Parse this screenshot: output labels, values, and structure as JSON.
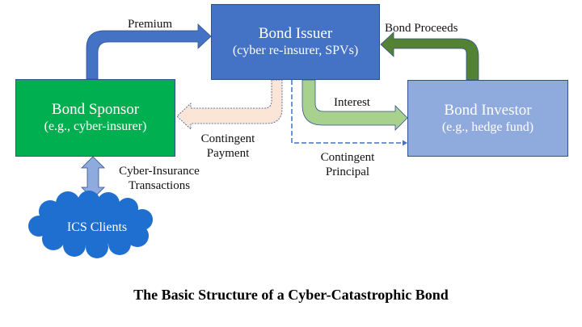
{
  "colors": {
    "issuer": "#4472c4",
    "sponsor": "#00b050",
    "investor": "#8faadc",
    "cloud": "#1f6fd1",
    "premium_arrow": "#4472c4",
    "proceeds_arrow": "#548235",
    "interest_arrow": "#a9d18e",
    "contingent_payment_arrow": "#fbe5d6",
    "contingent_principal_line": "#4472c4",
    "cyber_transactions_arrow": "#8faadc"
  },
  "nodes": {
    "issuer": {
      "title": "Bond Issuer",
      "subtitle": "(cyber re-insurer, SPVs)"
    },
    "sponsor": {
      "title": "Bond Sponsor",
      "subtitle": "(e.g., cyber-insurer)"
    },
    "investor": {
      "title": "Bond Investor",
      "subtitle": "(e.g., hedge fund)"
    },
    "clients": {
      "title": "ICS Clients"
    }
  },
  "flows": {
    "premium": {
      "label": "Premium",
      "from": "Bond Sponsor",
      "to": "Bond Issuer"
    },
    "bond_proceeds": {
      "label": "Bond Proceeds",
      "from": "Bond Investor",
      "to": "Bond Issuer"
    },
    "interest": {
      "label": "Interest",
      "from": "Bond Issuer",
      "to": "Bond Investor"
    },
    "contingent_payment": {
      "label_line1": "Contingent",
      "label_line2": "Payment",
      "from": "Bond Issuer",
      "to": "Bond Sponsor",
      "style": "dashed"
    },
    "contingent_principal": {
      "label_line1": "Contingent",
      "label_line2": "Principal",
      "from": "Bond Issuer",
      "to": "Bond Investor",
      "style": "dashed"
    },
    "cyber_insurance": {
      "label_line1": "Cyber-Insurance",
      "label_line2": "Transactions",
      "between": [
        "Bond Sponsor",
        "ICS Clients"
      ],
      "direction": "bidirectional"
    }
  },
  "caption": "The Basic Structure of a Cyber-Catastrophic Bond"
}
